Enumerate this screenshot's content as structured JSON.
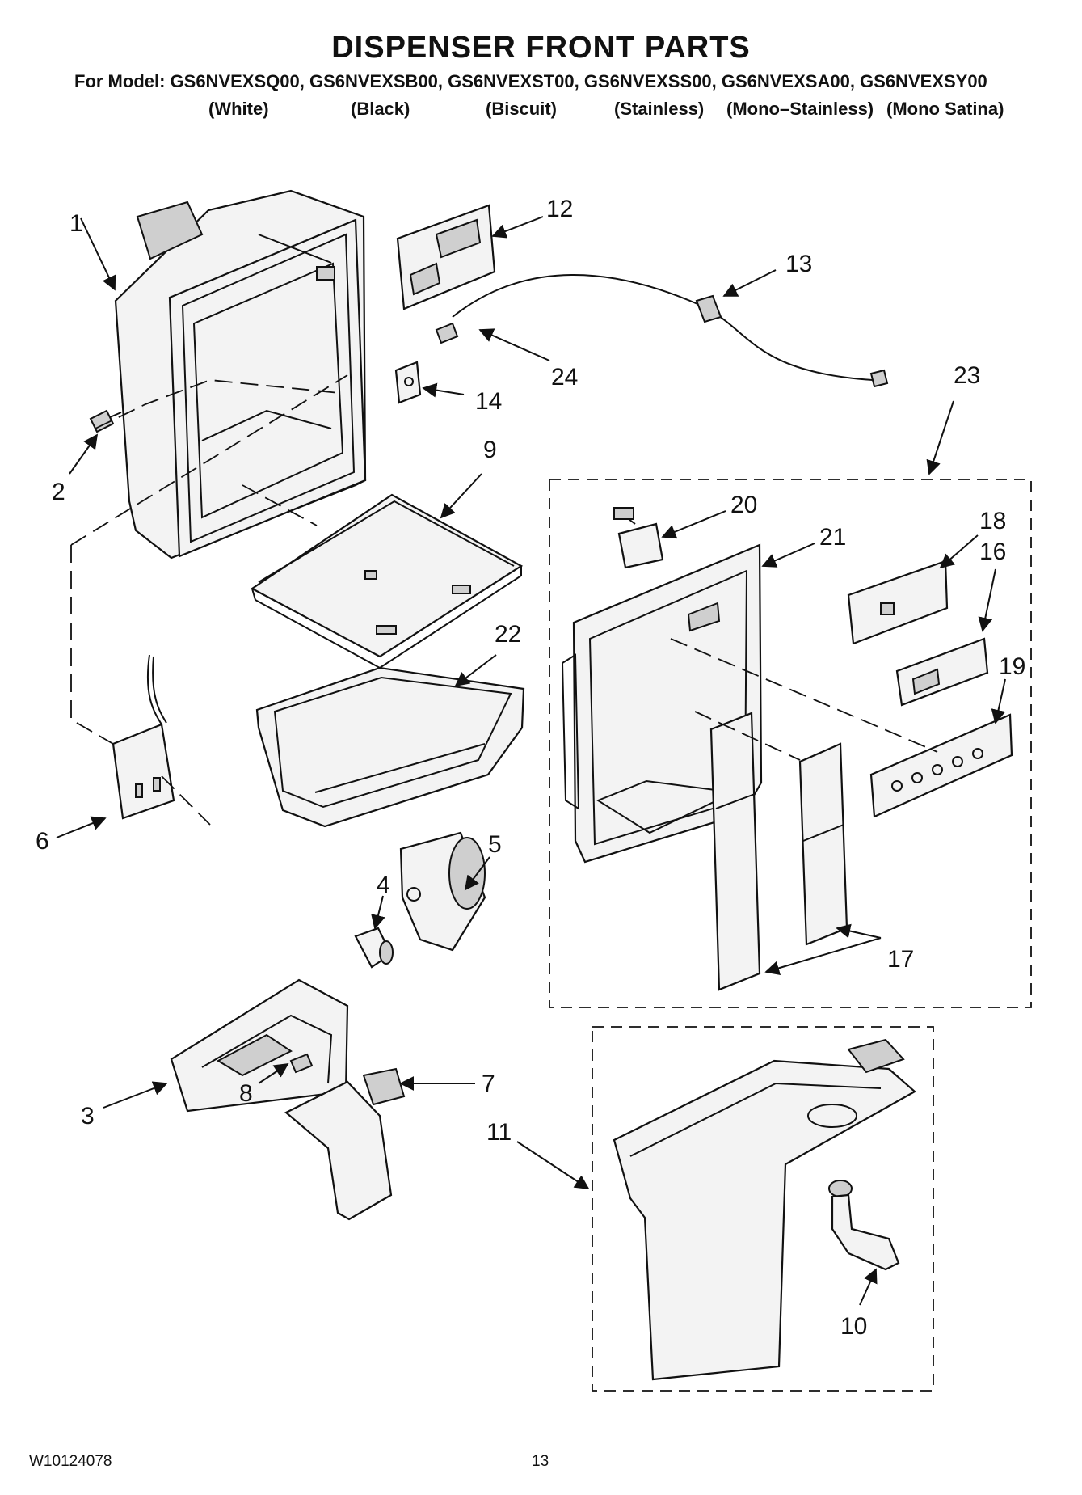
{
  "title": "DISPENSER FRONT PARTS",
  "models_line": "For Model: GS6NVEXSQ00, GS6NVEXSB00, GS6NVEXST00, GS6NVEXSS00, GS6NVEXSA00, GS6NVEXSY00",
  "colors": [
    "(White)",
    "(Black)",
    "(Biscuit)",
    "(Stainless)",
    "(Mono–Stainless)",
    "(Mono Satina)"
  ],
  "callouts": {
    "c1": "1",
    "c2": "2",
    "c3": "3",
    "c4": "4",
    "c5": "5",
    "c6": "6",
    "c7": "7",
    "c8": "8",
    "c9": "9",
    "c10": "10",
    "c11": "11",
    "c12": "12",
    "c13": "13",
    "c14": "14",
    "c16": "16",
    "c17": "17",
    "c18": "18",
    "c19": "19",
    "c20": "20",
    "c21": "21",
    "c22": "22",
    "c23": "23",
    "c24": "24"
  },
  "footer": {
    "doc_number": "W10124078",
    "page": "13"
  }
}
